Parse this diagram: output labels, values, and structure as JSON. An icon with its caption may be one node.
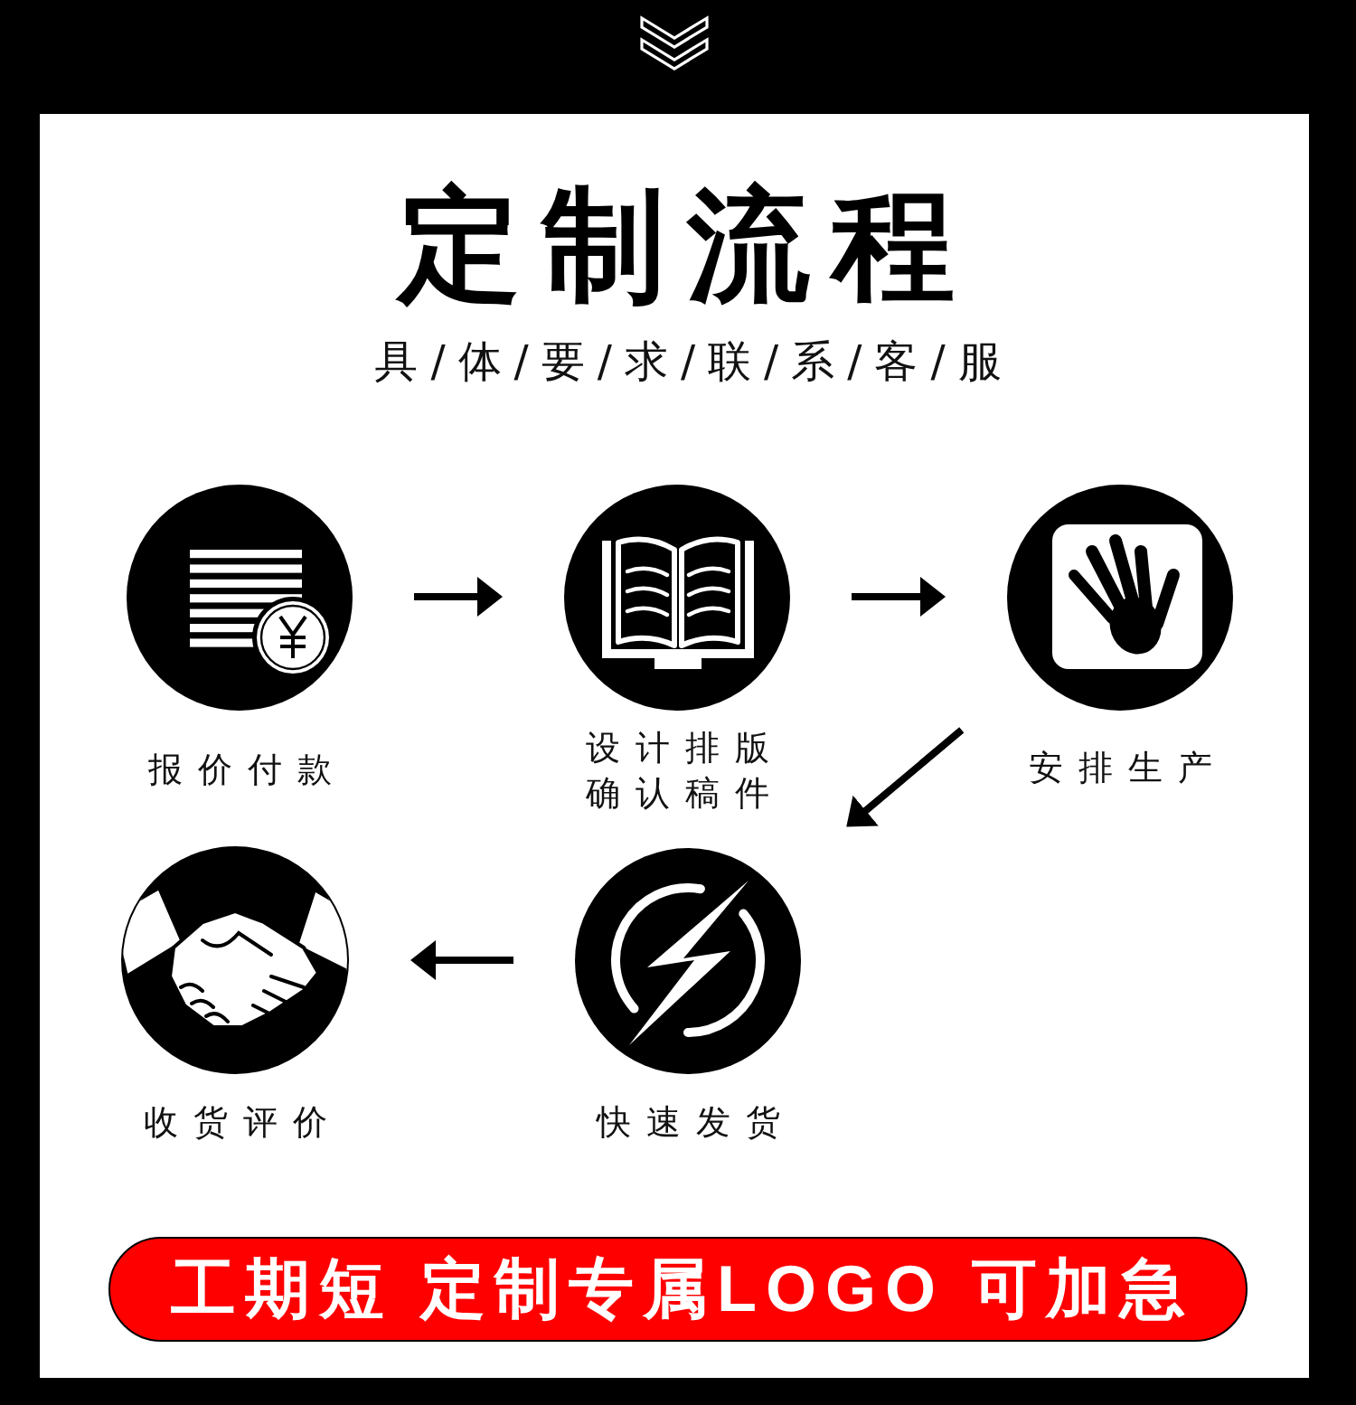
{
  "diagram": {
    "title": "定制流程",
    "nodes": [
      {
        "text": [],
        "shape": "circle",
        "beside": [
          "报价付款"
        ]
      },
      {
        "text": [],
        "shape": "circle",
        "beside": [
          "设计排版确认稿件"
        ]
      },
      {
        "text": [],
        "shape": "circle",
        "beside": [
          "安排生产"
        ]
      },
      {
        "text": [],
        "shape": "circle",
        "beside": [
          "收货评价"
        ]
      },
      {
        "text": [],
        "shape": "circle",
        "beside": [
          "快速发货"
        ]
      },
      {
        "text": [
          "工期短 定制专属LOGO 可加急"
        ]
      }
    ],
    "edges": [
      {
        "from": 0,
        "to": 1,
        "arrow": "to"
      },
      {
        "from": 1,
        "to": 2,
        "arrow": "to"
      },
      {
        "from": 2,
        "to": 4,
        "arrow": "to"
      },
      {
        "from": 4,
        "to": 3,
        "arrow": "to"
      }
    ],
    "labels": [
      "具/体/要/求/联/系/客/服"
    ]
  }
}
